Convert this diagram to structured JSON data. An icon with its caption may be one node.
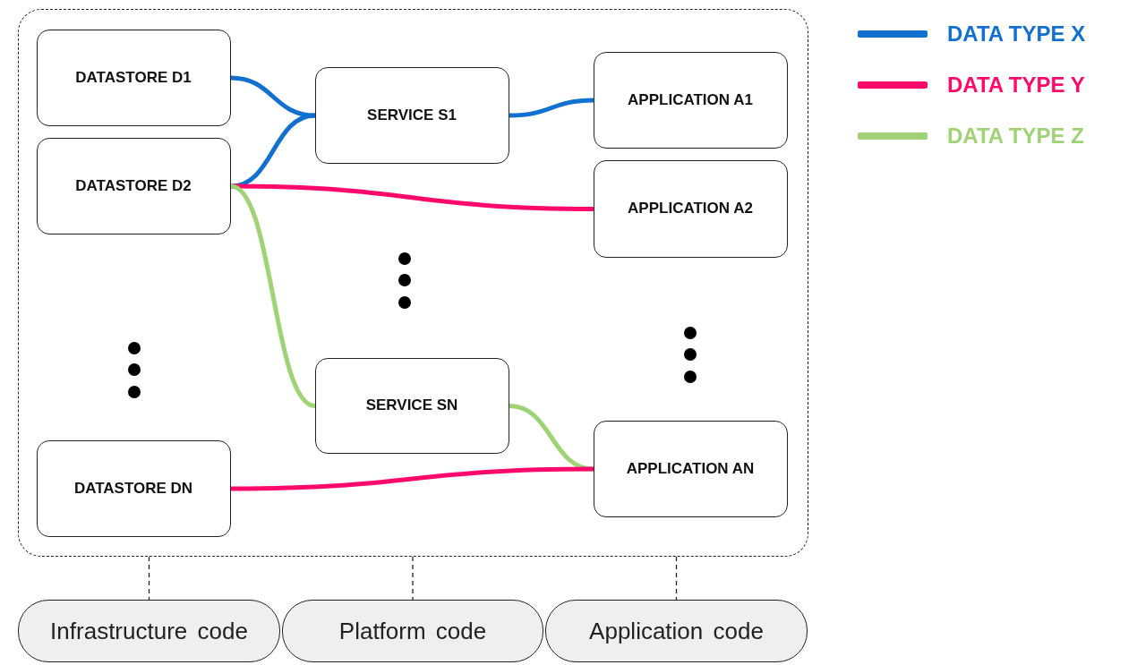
{
  "diagram": {
    "nodes": [
      {
        "text": [],
        "shape": "box"
      },
      {
        "text": [
          "DATASTORE D1"
        ],
        "in": 0
      },
      {
        "text": [
          "DATASTORE D2"
        ],
        "in": 0
      },
      {
        "text": [
          "SERVICE S1"
        ],
        "in": 0
      },
      {
        "text": [
          "APPLICATION A1"
        ],
        "in": 0
      },
      {
        "text": [
          "APPLICATION A2"
        ],
        "in": 0
      },
      {
        "text": [
          "SERVICE SN"
        ],
        "in": 0
      },
      {
        "text": [
          "DATASTORE DN"
        ],
        "in": 0
      },
      {
        "text": [
          "APPLICATION AN"
        ],
        "in": 0
      },
      {
        "text": [
          "Infrastructure code"
        ]
      },
      {
        "text": [
          "Platform code"
        ]
      },
      {
        "text": [
          "Application code"
        ]
      }
    ],
    "edges": [
      {
        "from": 1,
        "to": 3,
        "arrow": "none"
      },
      {
        "from": 2,
        "to": 3,
        "arrow": "none"
      },
      {
        "from": 3,
        "to": 4,
        "arrow": "none"
      },
      {
        "from": 2,
        "to": 5,
        "arrow": "none",
        "color": "#ff0a6c"
      },
      {
        "from": 2,
        "to": 6,
        "arrow": "none",
        "color": "#9fd375"
      },
      {
        "from": 6,
        "to": 8,
        "arrow": "none",
        "color": "#9fd375"
      },
      {
        "from": 7,
        "to": 8,
        "arrow": "none",
        "color": "#ff0a6c"
      },
      {
        "from": 0,
        "to": 9,
        "arrow": "none",
        "style": "dashed",
        "color": "#222222"
      },
      {
        "from": 0,
        "to": 10,
        "arrow": "none",
        "style": "dashed",
        "color": "#222222"
      },
      {
        "from": 0,
        "to": 11,
        "arrow": "none",
        "style": "dashed",
        "color": "#222222"
      }
    ],
    "legend": [
      {
        "text": "DATA TYPE X",
        "color": "#1170d0"
      },
      {
        "text": "DATA TYPE Y",
        "color": "#ff0a6c"
      },
      {
        "text": "DATA TYPE Z",
        "color": "#9fd375"
      }
    ]
  }
}
